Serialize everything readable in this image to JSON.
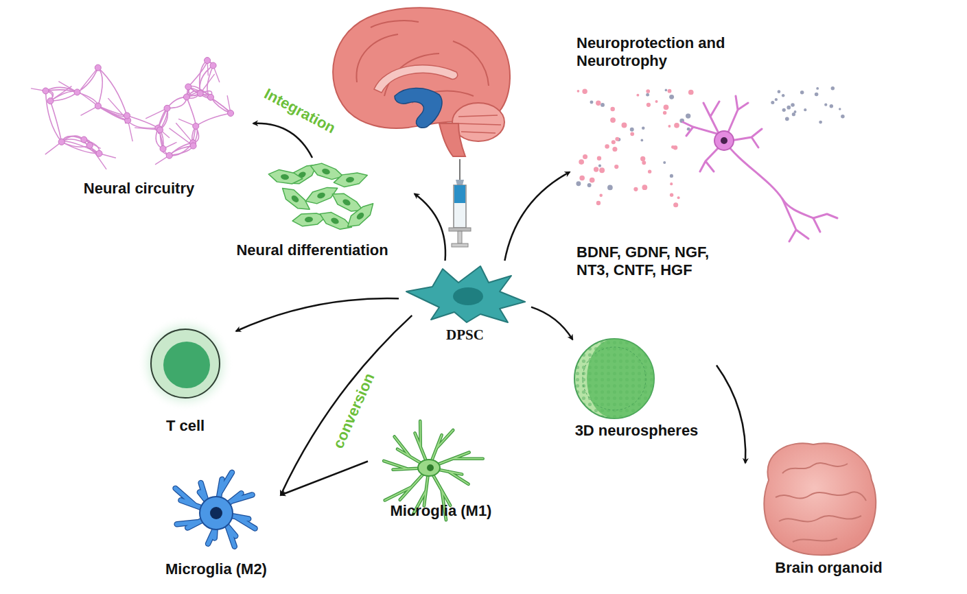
{
  "diagram": {
    "nodes": [
      {
        "text": [
          "Neural circuitry"
        ]
      },
      {
        "text": [
          "Neural differentiation"
        ]
      },
      {
        "text": [
          "Neuroprotection and Neurotrophy",
          "BDNF, GDNF, NGF, NT3, CNTF, HGF"
        ]
      },
      {
        "text": [
          "DPSC"
        ]
      },
      {
        "text": [
          "T cell"
        ]
      },
      {
        "text": [
          "3D neurospheres"
        ]
      },
      {
        "text": [
          "Microglia (M1)"
        ]
      },
      {
        "text": [
          "Microglia (M2)"
        ]
      },
      {
        "text": [
          "Brain organoid"
        ]
      }
    ],
    "edges": [
      {
        "from": 1,
        "to": 0,
        "arrow": "to",
        "label": "Integration"
      },
      {
        "from": 3,
        "to": 1,
        "arrow": "to"
      },
      {
        "from": 3,
        "to": 2,
        "arrow": "to"
      },
      {
        "from": 3,
        "to": 4,
        "arrow": "to"
      },
      {
        "from": 3,
        "to": 7,
        "arrow": "to",
        "label": "conversion"
      },
      {
        "from": 6,
        "to": 7,
        "arrow": "to"
      },
      {
        "from": 3,
        "to": 5,
        "arrow": "to"
      },
      {
        "from": 5,
        "to": 8,
        "arrow": "to"
      }
    ]
  }
}
